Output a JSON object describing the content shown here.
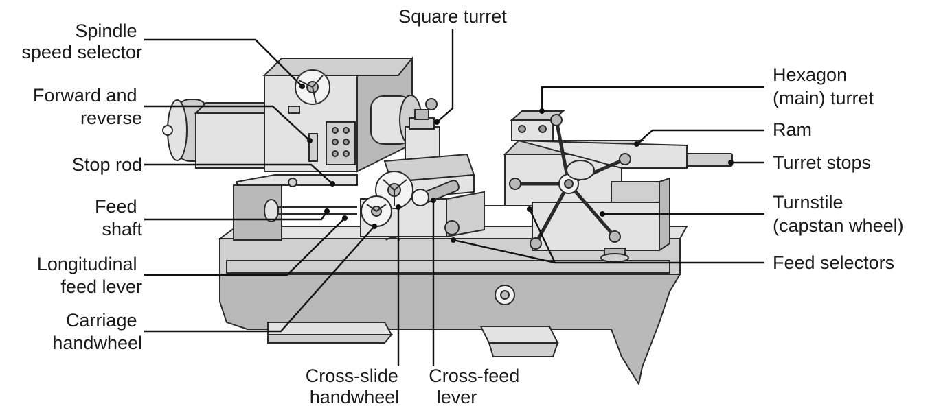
{
  "labels": {
    "spindle_speed_selector": [
      "Spindle",
      "speed selector"
    ],
    "forward_reverse": [
      "Forward and",
      "reverse"
    ],
    "stop_rod": [
      "Stop rod"
    ],
    "feed_shaft": [
      "Feed",
      "shaft"
    ],
    "longitudinal_feed_lever": [
      "Longitudinal",
      "feed lever"
    ],
    "carriage_handwheel": [
      "Carriage",
      "handwheel"
    ],
    "square_turret": [
      "Square turret"
    ],
    "hexagon_turret": [
      "Hexagon",
      "(main) turret"
    ],
    "ram": [
      "Ram"
    ],
    "turret_stops": [
      "Turret stops"
    ],
    "turnstile": [
      "Turnstile",
      "(capstan wheel)"
    ],
    "feed_selectors": [
      "Feed selectors"
    ],
    "cross_slide_handwheel": [
      "Cross-slide",
      "handwheel"
    ],
    "cross_feed_lever": [
      "Cross-feed",
      "lever"
    ]
  }
}
